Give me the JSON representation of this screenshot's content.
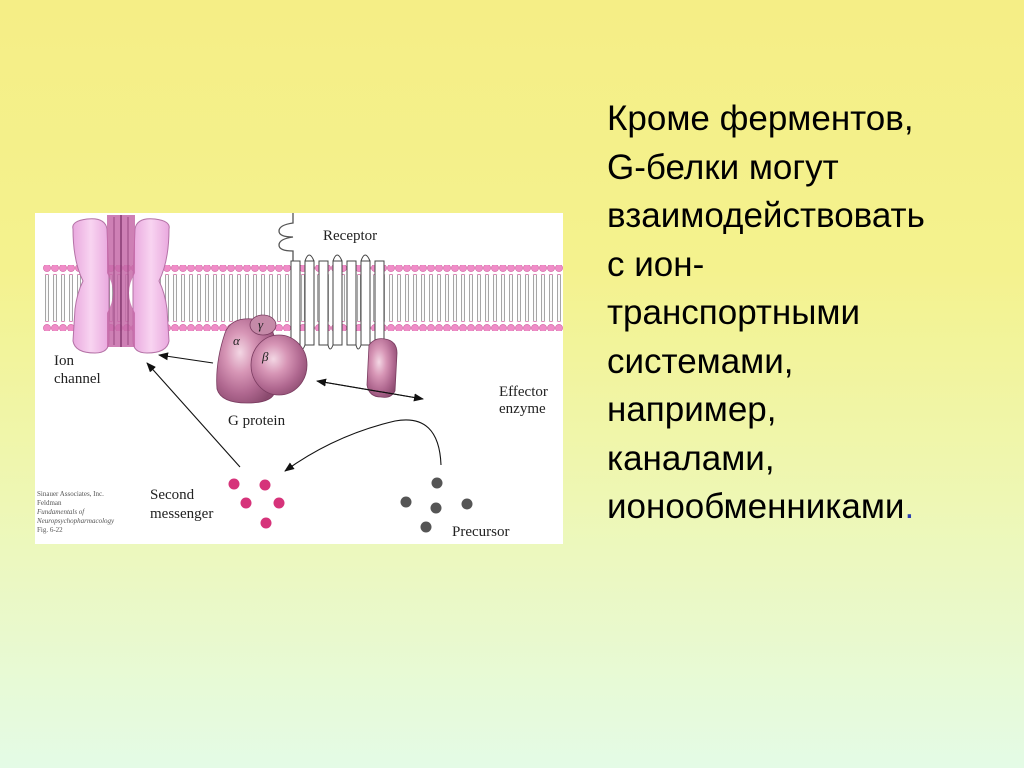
{
  "slide": {
    "text_lines": [
      "Кроме ферментов,",
      "G-белки могут",
      "взаимодействовать",
      "с ион-",
      "транспортными",
      "системами,",
      "например,",
      "каналами,",
      "ионообменниками"
    ],
    "text_end_mark": ".",
    "text_end_mark_color": "#2a3fb0"
  },
  "diagram": {
    "labels": {
      "receptor": "Receptor",
      "ion_channel_line1": "Ion",
      "ion_channel_line2": "channel",
      "effector_line1": "Effector",
      "effector_line2": "enzyme",
      "g_protein": "G protein",
      "second_messenger_line1": "Second",
      "second_messenger_line2": "messenger",
      "precursor": "Precursor",
      "alpha": "α",
      "beta": "β",
      "gamma": "γ"
    },
    "credit": {
      "line1": "Sinauer Associates, Inc.",
      "line2": "Feldman",
      "line3": "Fundamentals of",
      "line4": "Neuropsychopharmacology",
      "line5": "Fig. 6-22"
    },
    "colors": {
      "lipid_head": "#f08cc8",
      "ion_channel": "#f2b8ea",
      "g_protein": "#c07aa0",
      "messenger_dot": "#d6337a",
      "precursor_dot": "#555555"
    }
  }
}
